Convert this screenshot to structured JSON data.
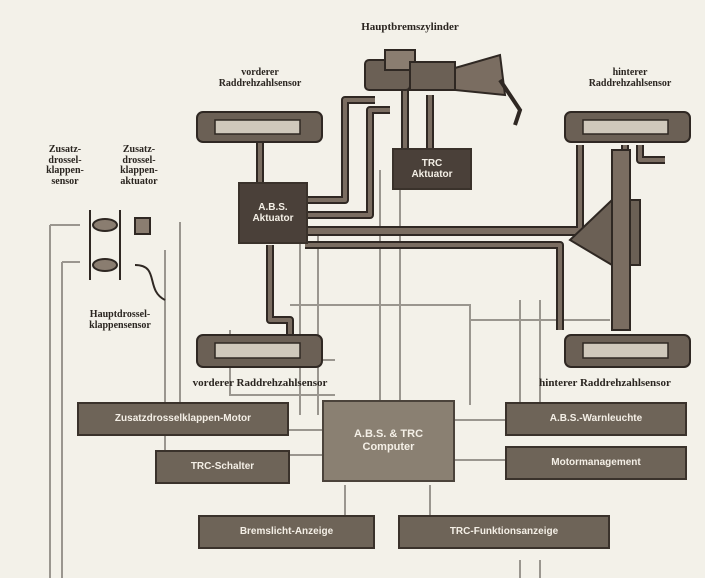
{
  "labels": {
    "master_cylinder": "Hauptbremszylinder",
    "front_caliper_top": "vorderer\nRaddrehzahlsensor",
    "rear_caliper_top": "hinterer\nRaddrehzahlsensor",
    "throttle_position": "Zusatz-\ndrossel-\nklappen-\nsensor",
    "throttle_actuator": "Zusatz-\ndrossel-\nklappen-\naktuator",
    "main_throttle": "Hauptdrossel-\nklappensensor",
    "front_sensor_bottom": "vorderer Raddrehzahlsensor",
    "rear_sensor_bottom": "hinterer Raddrehzahlsensor"
  },
  "boxes": {
    "trc_actuator": "TRC\nAktuator",
    "abs_actuator": "A.B.S.\nAktuator",
    "computer": "A.B.S. & TRC\nComputer",
    "throttle_motor": "Zusatzdrosselklappen-Motor",
    "trc_switch": "TRC-Schalter",
    "abs_warning": "A.B.S.-Warnleuchte",
    "engine_management": "Motormanagement",
    "brake_light": "Bremslicht-Anzeige",
    "trc_indicator": "TRC-Funktionsanzeige"
  },
  "colors": {
    "pipe": "#5a4f46",
    "pipe_outline": "#2f2823",
    "wire": "#8d8a84",
    "background": "#f3f1e9"
  }
}
